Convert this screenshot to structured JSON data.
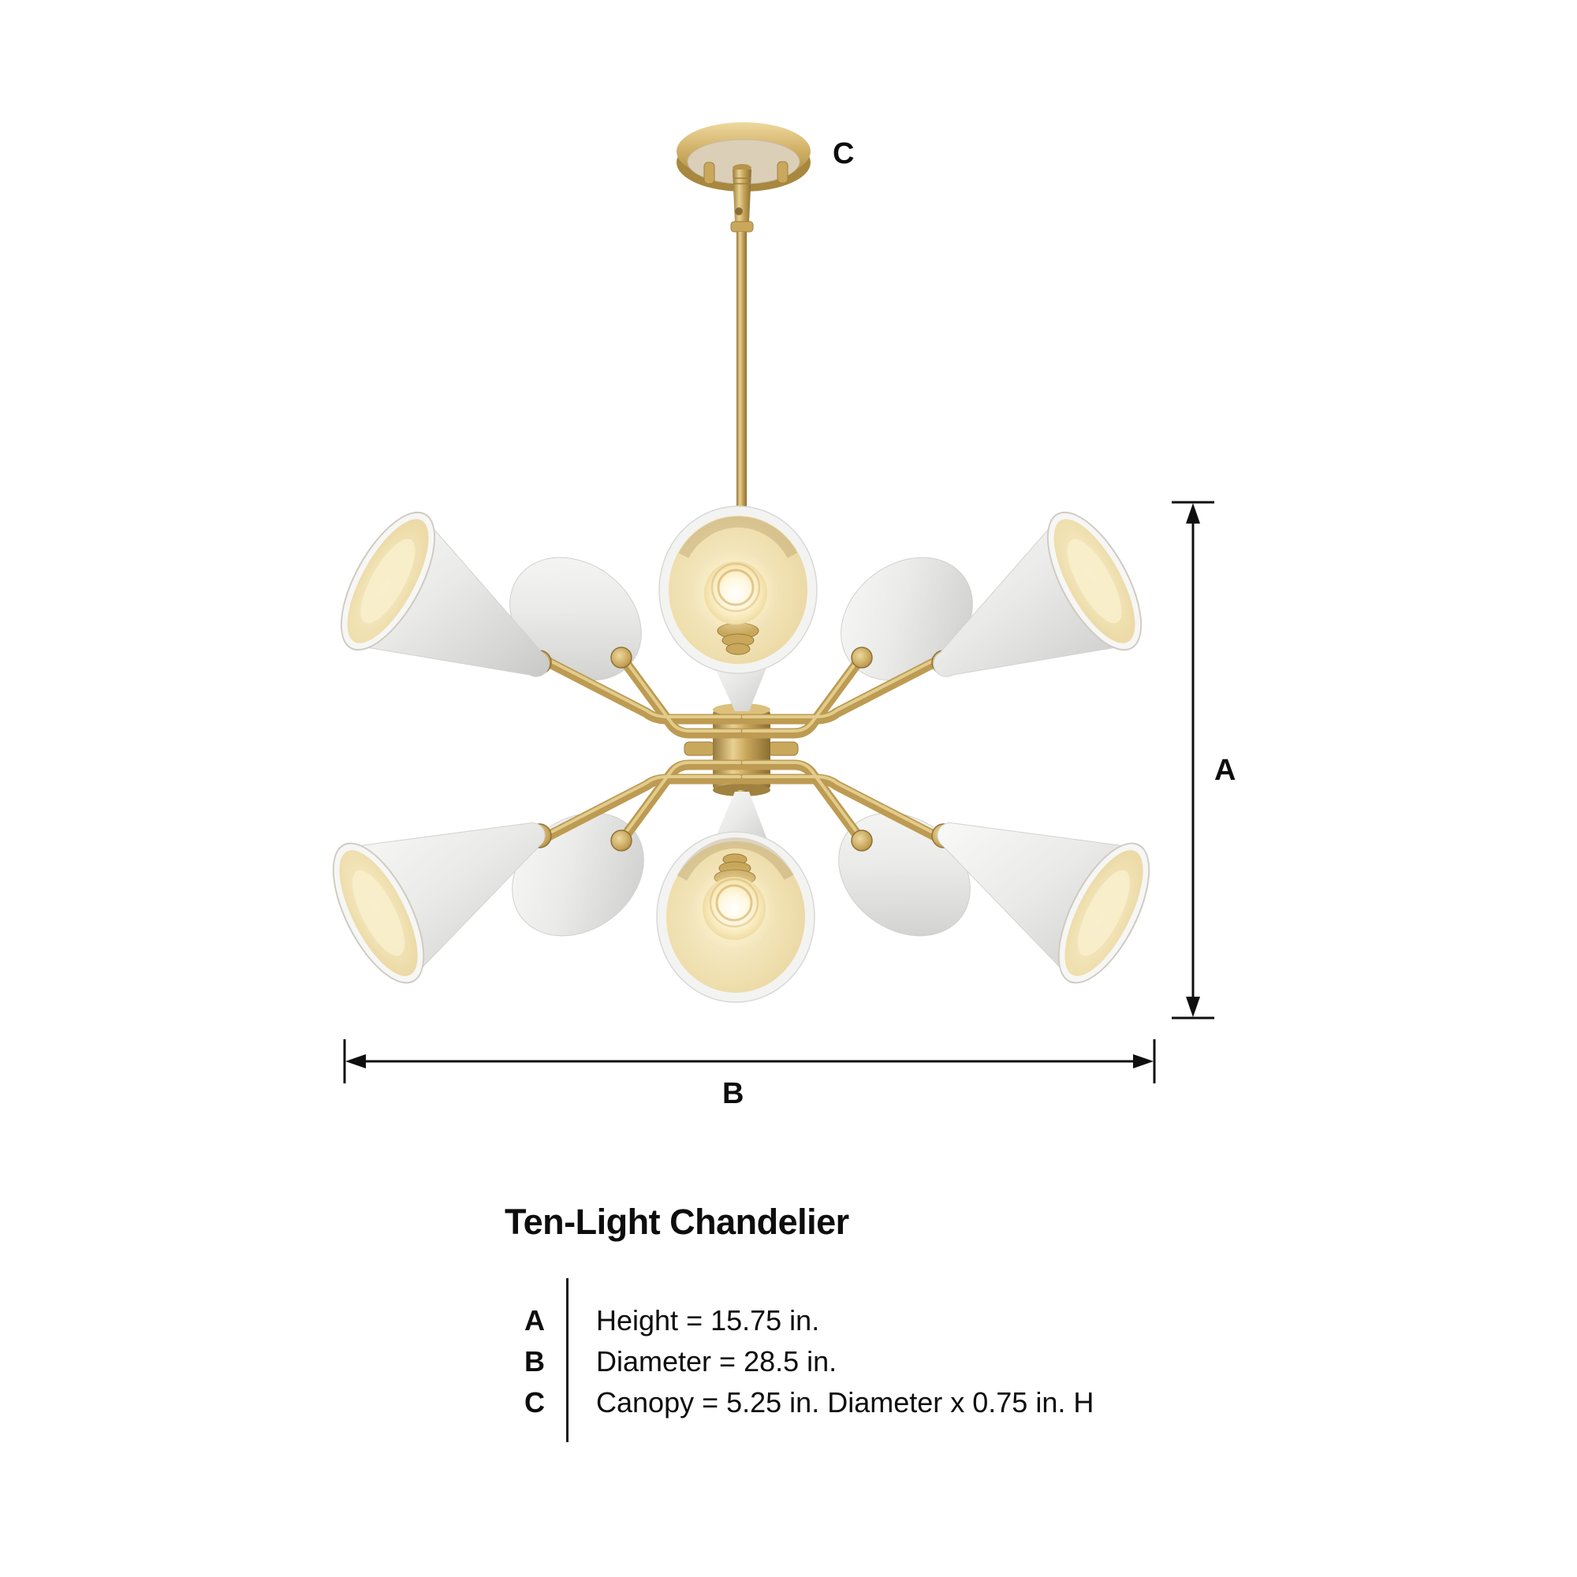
{
  "diagram": {
    "product_title": "Ten-Light Chandelier",
    "dimension_labels": {
      "a": "A",
      "b": "B",
      "c": "C"
    },
    "specs": [
      {
        "key": "A",
        "text": "Height = 15.75 in."
      },
      {
        "key": "B",
        "text": "Diameter = 28.5 in."
      },
      {
        "key": "C",
        "text": "Canopy = 5.25 in. Diameter x 0.75 in. H"
      }
    ],
    "colors": {
      "brass": "#c6a458",
      "brass_highlight": "#e9d191",
      "brass_shadow": "#8a6d33",
      "shade_exterior": "#ebebe9",
      "shade_interior": "#efdfae",
      "bulb_glow": "#fff7d8",
      "dimension_line": "#0f0f0f",
      "text": "#0d0d0d"
    }
  }
}
